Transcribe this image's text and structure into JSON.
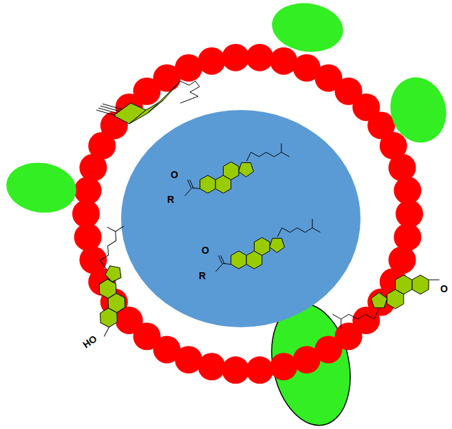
{
  "diagram": {
    "labels": [
      "O",
      "R",
      "O",
      "R",
      "HO",
      "O"
    ]
  }
}
